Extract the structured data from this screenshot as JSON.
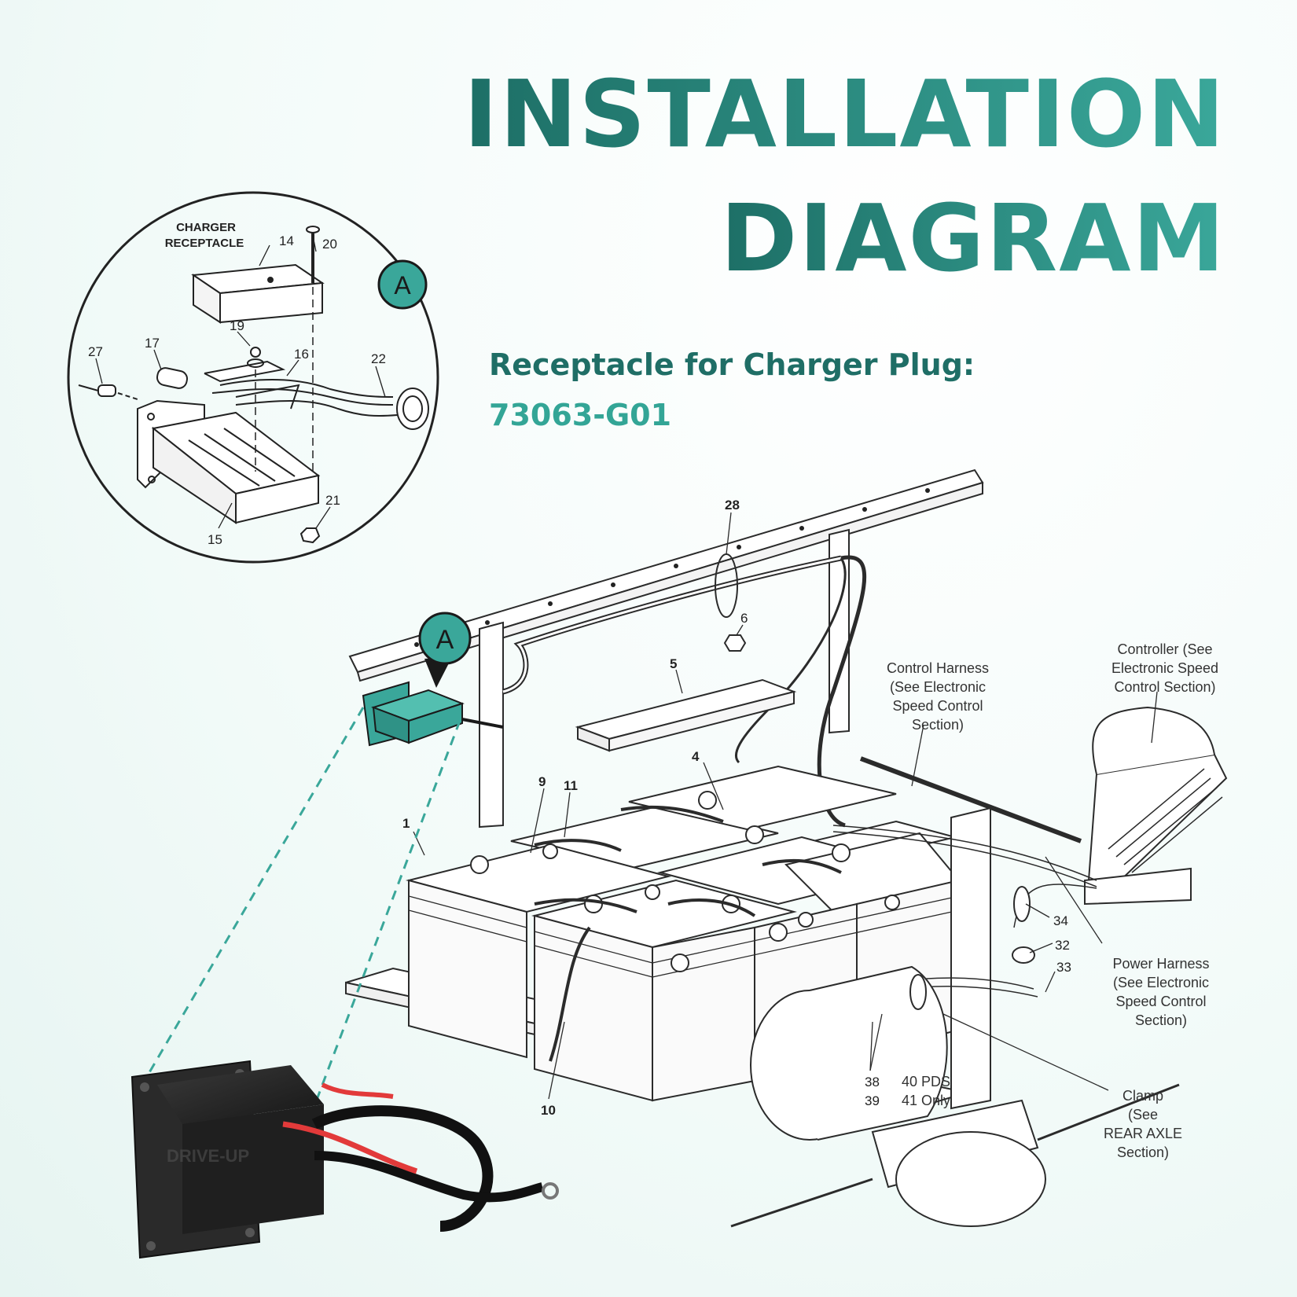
{
  "title_line1": "INSTALLATION",
  "title_line2": "DIAGRAM",
  "subtitle": "Receptacle for Charger Plug:",
  "part_number": "73063-G01",
  "colors": {
    "accent_dark": "#1d6f66",
    "accent": "#3aa79a",
    "line": "#2b2b2b"
  },
  "inset": {
    "heading_line1": "CHARGER",
    "heading_line2": "RECEPTACLE",
    "marker": "A",
    "callouts": [
      "14",
      "20",
      "19",
      "17",
      "27",
      "16",
      "22",
      "21",
      "15"
    ]
  },
  "main": {
    "marker": "A",
    "callouts": [
      "28",
      "6",
      "5",
      "4",
      "9",
      "11",
      "1",
      "10",
      "34",
      "32",
      "33",
      "38",
      "39"
    ],
    "labels": {
      "control_harness": [
        "Control Harness",
        "(See Electronic",
        "Speed Control",
        "Section)"
      ],
      "controller": [
        "Controller (See",
        "Electronic Speed",
        "Control Section)"
      ],
      "power_harness": [
        "Power Harness",
        "(See Electronic",
        "Speed Control",
        "Section)"
      ],
      "clamp": [
        "Clamp",
        "(See",
        "REAR AXLE",
        "Section)"
      ],
      "pds": [
        "40 PDS",
        "41 Only"
      ]
    }
  },
  "product_watermark": "DRIVE-UP"
}
